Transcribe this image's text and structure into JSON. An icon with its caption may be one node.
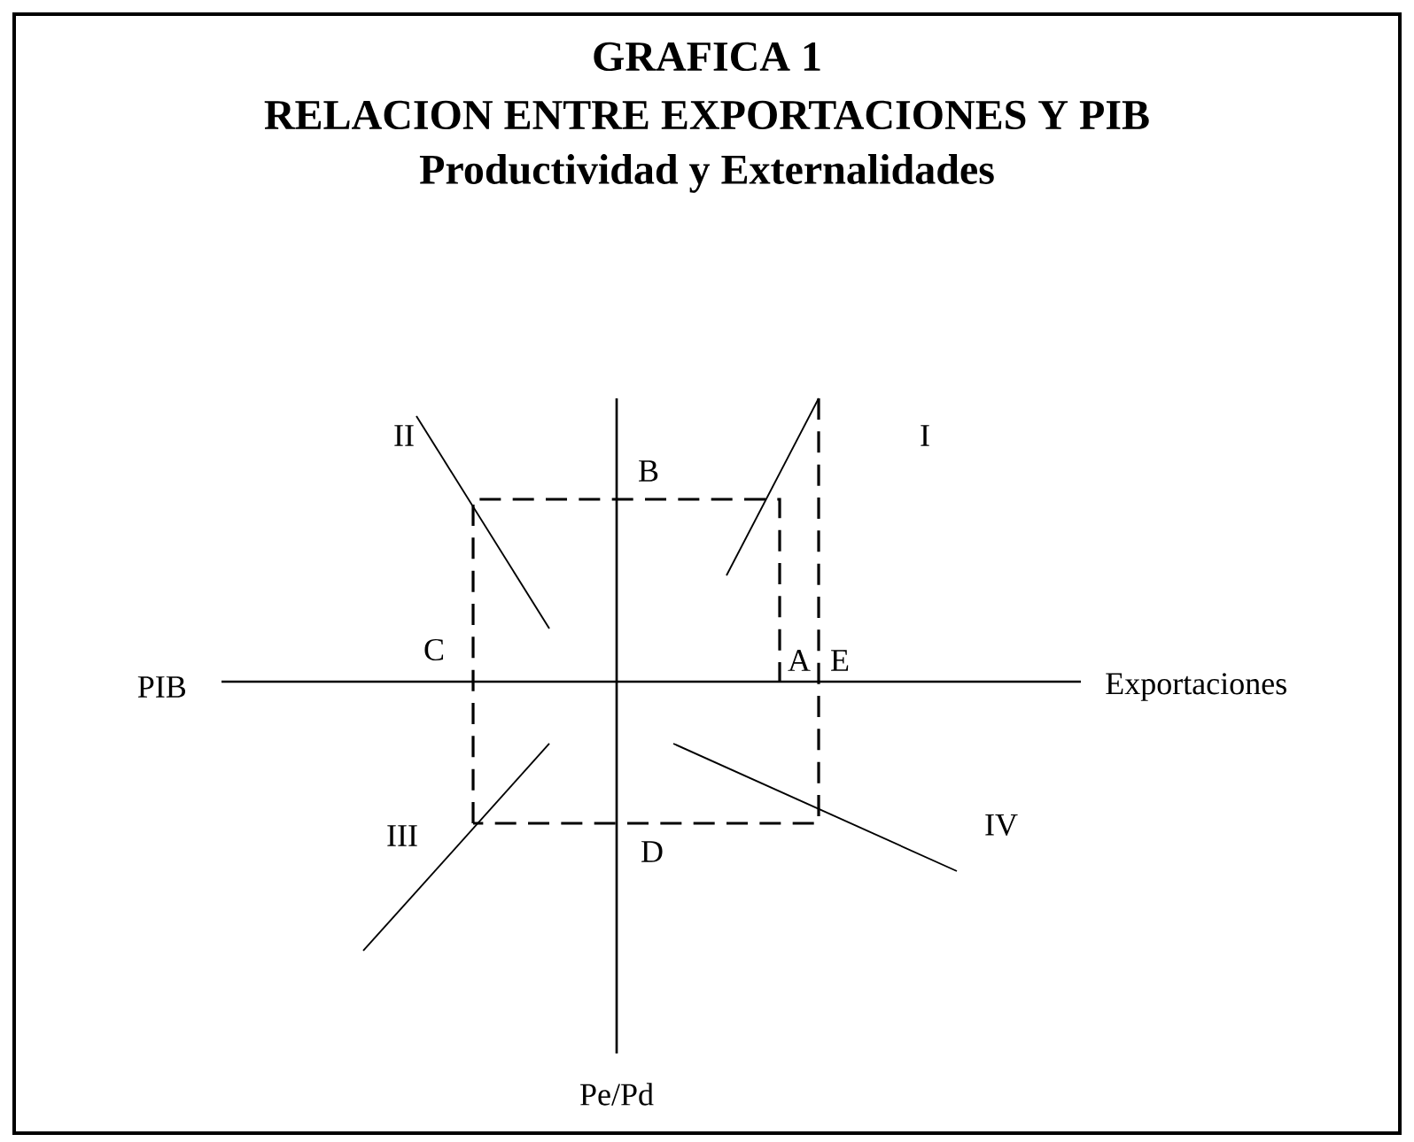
{
  "diagram": {
    "title": "GRAFICA 1",
    "labels": [
      "RELACION ENTRE EXPORTACIONES Y PIB",
      "Productividad y Externalidades",
      "II",
      "B",
      "I",
      "C",
      "PIB",
      "A",
      "E",
      "Exportaciones",
      "III",
      "D",
      "IV",
      "Pe/Pd"
    ]
  }
}
